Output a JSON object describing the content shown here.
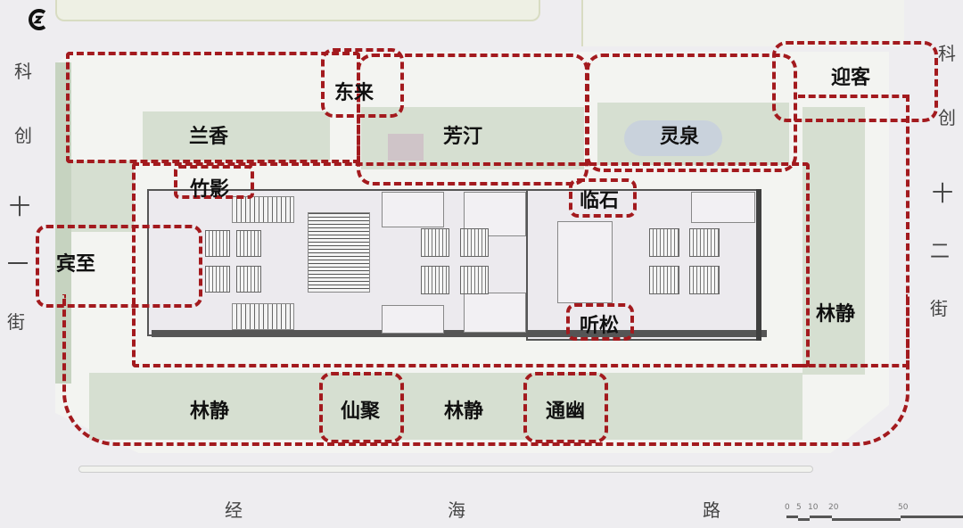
{
  "north_arrow": {
    "icon": "north-arrow-icon",
    "glyph": "⮈"
  },
  "roads": {
    "left": [
      "科",
      "创",
      "十",
      "一",
      "街"
    ],
    "right": [
      "科",
      "创",
      "十",
      "二",
      "街"
    ],
    "bottom": [
      "经",
      "海",
      "路"
    ]
  },
  "zones": [
    {
      "id": "donglai",
      "label": "东来"
    },
    {
      "id": "lanxiang",
      "label": "兰香"
    },
    {
      "id": "fangting",
      "label": "芳汀"
    },
    {
      "id": "lingquan",
      "label": "灵泉"
    },
    {
      "id": "yingke",
      "label": "迎客"
    },
    {
      "id": "zhuying",
      "label": "竹影"
    },
    {
      "id": "linshi",
      "label": "临石"
    },
    {
      "id": "binzhi",
      "label": "宾至"
    },
    {
      "id": "tingsong",
      "label": "听松"
    },
    {
      "id": "linjing_east",
      "label": "林静"
    },
    {
      "id": "linjing_sw",
      "label": "林静"
    },
    {
      "id": "xianju",
      "label": "仙聚"
    },
    {
      "id": "linjing_s",
      "label": "林静"
    },
    {
      "id": "tongyou",
      "label": "通幽"
    }
  ],
  "colors": {
    "zone_border": "#a31a1e",
    "background": "#eeedf0",
    "greenery": "#d6dfd1"
  },
  "scale_bar": {
    "ticks": [
      "0",
      "5",
      "10",
      "20",
      "50"
    ]
  }
}
